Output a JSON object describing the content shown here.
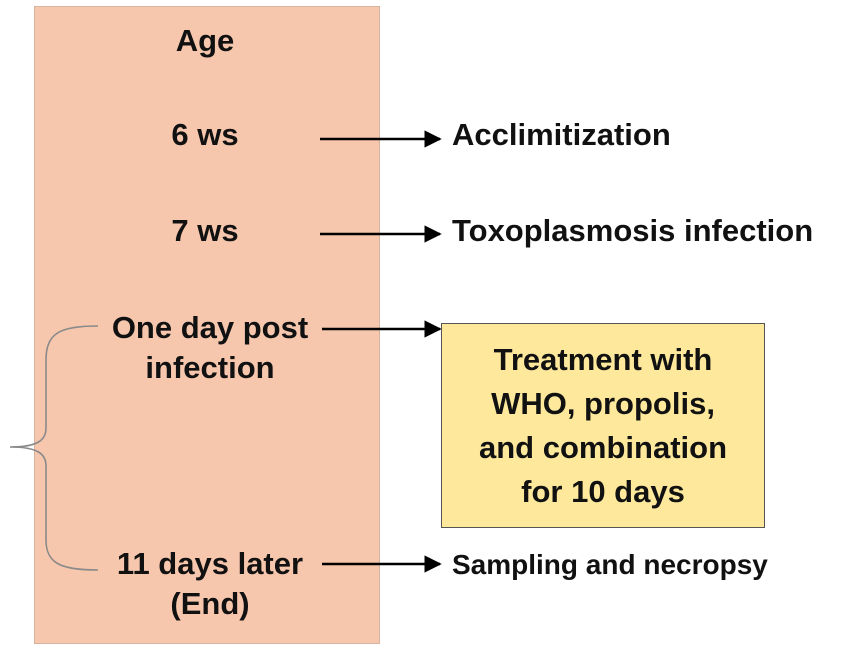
{
  "ages": {
    "header": "Age",
    "week6": "6 ws",
    "week7": "7 ws",
    "day_after": "One day post\ninfection",
    "end": "11 days later\n(End)"
  },
  "events": {
    "acclimitization": "Acclimitization",
    "infection": "Toxoplasmosis infection",
    "treatment": "Treatment with\nWHO, propolis,\nand combination\nfor 10 days",
    "sampling": "Sampling and necropsy"
  },
  "colors": {
    "age_column": "#f7c7ad",
    "treatment_box": "#fde89c",
    "arrow": "#000000",
    "brace": "#8a8a8a"
  }
}
